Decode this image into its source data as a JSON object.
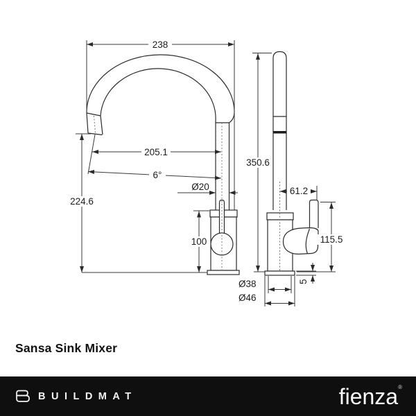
{
  "product": {
    "title": "Sansa Sink Mixer"
  },
  "drawing": {
    "front": {
      "width": "238",
      "reach": "205.1",
      "angle": "6°",
      "spout_diameter": "Ø20",
      "outlet_height": "224.6",
      "body_height": "100"
    },
    "side": {
      "total_height": "350.6",
      "handle_reach": "61.2",
      "handle_height": "115.5",
      "body_diameter": "Ø38",
      "base_diameter": "Ø46",
      "base_thickness": "5"
    }
  },
  "footer": {
    "brand": "BUILDMAT",
    "logo": "fienza",
    "registered": "®"
  },
  "colors": {
    "line": "#2b2b2b",
    "dimension_line": "#3a3a3a",
    "footer_background": "#100f0f",
    "footer_text": "#f5f5f5",
    "background": "#ffffff"
  }
}
